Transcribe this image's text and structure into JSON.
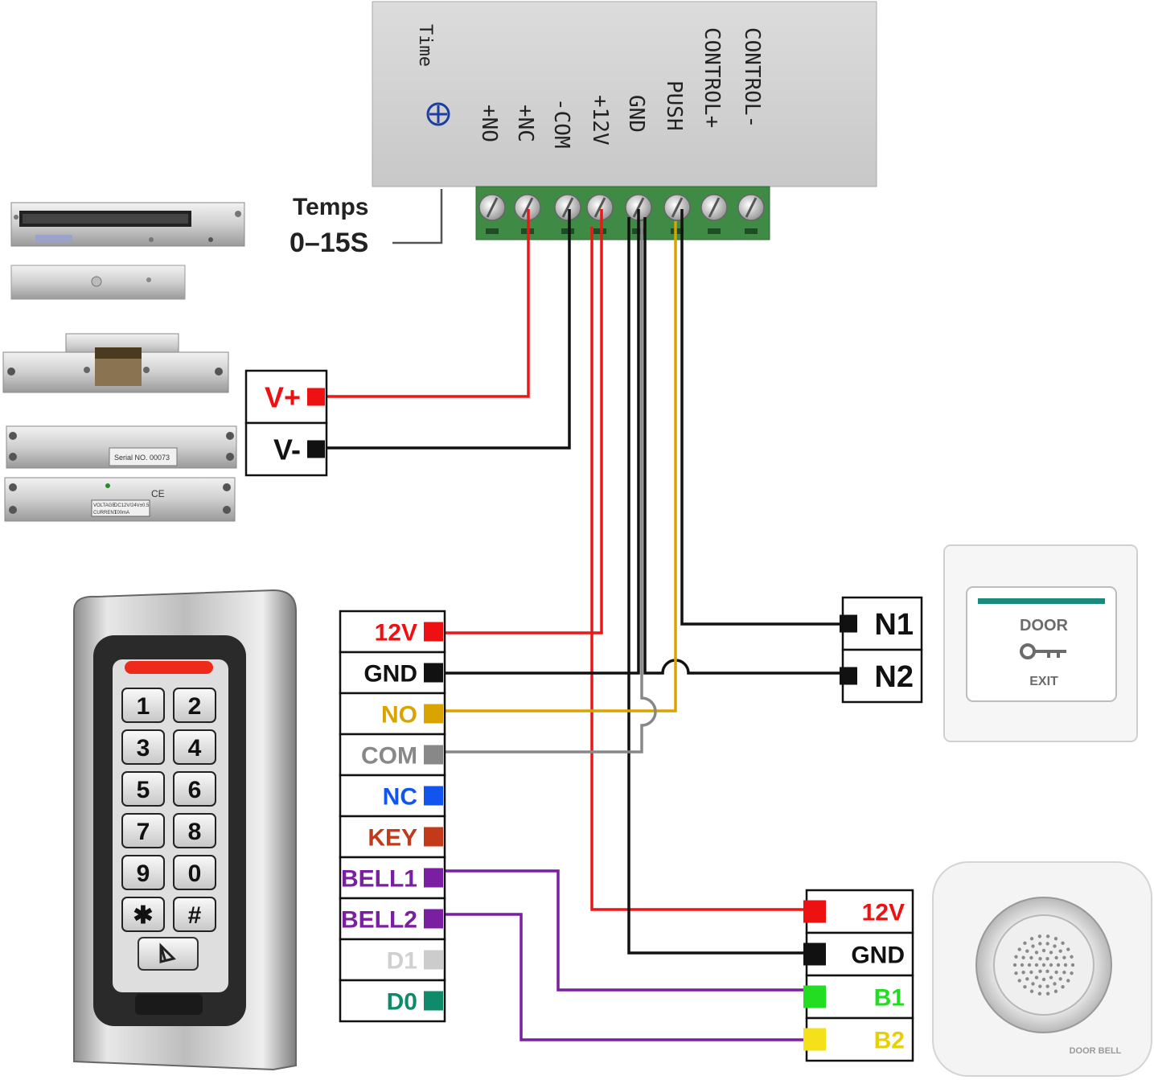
{
  "power_supply": {
    "terminals": [
      "+NO",
      "+NC",
      "-COM",
      "+12V",
      "GND",
      "PUSH",
      "CONTROL+",
      "CONTROL-"
    ],
    "time_label": "Time",
    "delay_label": "Temps",
    "delay_range": "0–15S"
  },
  "lock_block": {
    "terminals": [
      {
        "label": "V+",
        "color": "#ee1111"
      },
      {
        "label": "V-",
        "color": "#111111"
      }
    ]
  },
  "keypad_block": {
    "terminals": [
      {
        "label": "12V",
        "color": "#ee1111"
      },
      {
        "label": "GND",
        "color": "#111111"
      },
      {
        "label": "NO",
        "color": "#d9a400"
      },
      {
        "label": "COM",
        "color": "#888888"
      },
      {
        "label": "NC",
        "color": "#1155ee"
      },
      {
        "label": "KEY",
        "color": "#c23a1a"
      },
      {
        "label": "BELL1",
        "color": "#7a1fa2"
      },
      {
        "label": "BELL2",
        "color": "#7a1fa2"
      },
      {
        "label": "D1",
        "color": "#cccccc"
      },
      {
        "label": "D0",
        "color": "#0f8a6a"
      }
    ]
  },
  "exit_block": {
    "terminals": [
      {
        "label": "N1",
        "color": "#111111"
      },
      {
        "label": "N2",
        "color": "#111111"
      }
    ]
  },
  "bell_block": {
    "terminals": [
      {
        "label": "12V",
        "color": "#ee1111"
      },
      {
        "label": "GND",
        "color": "#111111"
      },
      {
        "label": "B1",
        "color": "#22dd22"
      },
      {
        "label": "B2",
        "color": "#f4e11a"
      }
    ]
  },
  "keypad": {
    "keys": [
      "1",
      "2",
      "3",
      "4",
      "5",
      "6",
      "7",
      "8",
      "9",
      "0",
      "✱",
      "#"
    ]
  },
  "exit_button": {
    "line1": "DOOR",
    "line2": "EXIT"
  },
  "doorbell": {
    "brand": "DOOR BELL"
  },
  "strike_labels": {
    "serial": "Serial NO. 00073",
    "voltage": "VOLTAGE",
    "voltage_value": "DC12V/24V±0.5",
    "current": "CURRENT",
    "current_value": "100mA",
    "ce": "CE"
  }
}
